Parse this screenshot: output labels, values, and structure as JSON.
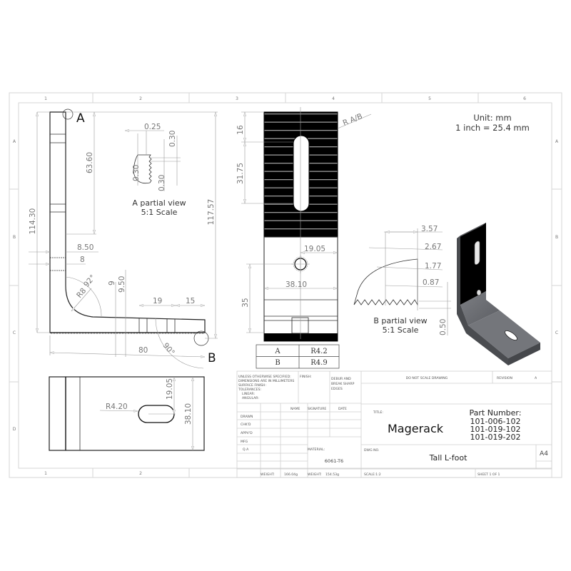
{
  "sheet": {
    "column_labels": [
      "1",
      "2",
      "3",
      "4",
      "5",
      "6"
    ],
    "row_labels": [
      "A",
      "B",
      "C",
      "D"
    ]
  },
  "notes": {
    "unit": "Unit: mm",
    "conversion": "1 inch = 25.4 mm"
  },
  "side_view": {
    "callout_a": "A",
    "callout_b": "B",
    "dims": {
      "height_total": "114.30",
      "height_upper": "63.60",
      "height_overall": "117.57",
      "thickness_outer": "8.50",
      "thickness_inner": "8",
      "bend_radius": "R8",
      "bend_angle": "92°",
      "base_thick_1": "9",
      "base_thick_2": "9.50",
      "slot_width": "19",
      "slot_offset": "15",
      "base_length": "80",
      "end_angle": "90°"
    }
  },
  "partial_view_a": {
    "title": "A partial view",
    "scale": "5:1 Scale",
    "dims": {
      "pitch": "0.25",
      "depth_top": "0.30",
      "depth_left": "0.30",
      "depth_bottom": "0.30"
    }
  },
  "front_view": {
    "callout_radius": "R A/B",
    "dims": {
      "top_offset": "16",
      "slot_length": "31.75",
      "hole_offset": "19.05",
      "width": "38.10",
      "hole_height": "35"
    }
  },
  "radius_table": {
    "rows": [
      {
        "key": "A",
        "value": "R4.2"
      },
      {
        "key": "B",
        "value": "R4.9"
      }
    ]
  },
  "partial_view_b": {
    "title": "B partial view",
    "scale": "5:1 Scale",
    "dims": {
      "d1": "3.57",
      "d2": "2.67",
      "d3": "1.77",
      "d4": "0.87",
      "depth": "0.50"
    }
  },
  "bottom_view": {
    "dims": {
      "slot_radius": "R4.20",
      "slot_center": "19.05",
      "width": "38.10"
    }
  },
  "title_block": {
    "notes": [
      "UNLESS OTHERWISE SPECIFIED:",
      "DIMENSIONS ARE IN MILLIMETERS",
      "SURFACE FINISH:",
      "TOLERANCES:",
      "LINEAR:",
      "ANGULAR:"
    ],
    "finish_label": "FINISH:",
    "deburr": [
      "DEBUR AND",
      "BREAK SHARP",
      "EDGES"
    ],
    "do_not_scale": "DO NOT SCALE DRAWING",
    "revision_label": "REVISION",
    "revision_value": "A",
    "headers": {
      "name": "NAME",
      "signature": "SIGNATURE",
      "date": "DATE"
    },
    "roles": [
      "DRAWN",
      "CHK'D",
      "APPV'D",
      "MFG",
      "Q.A"
    ],
    "title_label": "TITLE:",
    "title": "Magerack",
    "part_number_label": "Part Number:",
    "part_numbers": [
      "101-006-102",
      "101-019-102",
      "101-019-202"
    ],
    "material_label": "MATERIAL:",
    "material": "6061-T6",
    "dwg_no_label": "DWG NO.",
    "dwg_no": "Tall L-foot",
    "size": "A4",
    "weight_label_1": "WEIGHT:",
    "weight_1": "166.04g",
    "weight_label_2": "WEIGHT:",
    "weight_2": "154.53g",
    "scale": "SCALE:1:2",
    "sheet": "SHEET 1 OF 1"
  }
}
